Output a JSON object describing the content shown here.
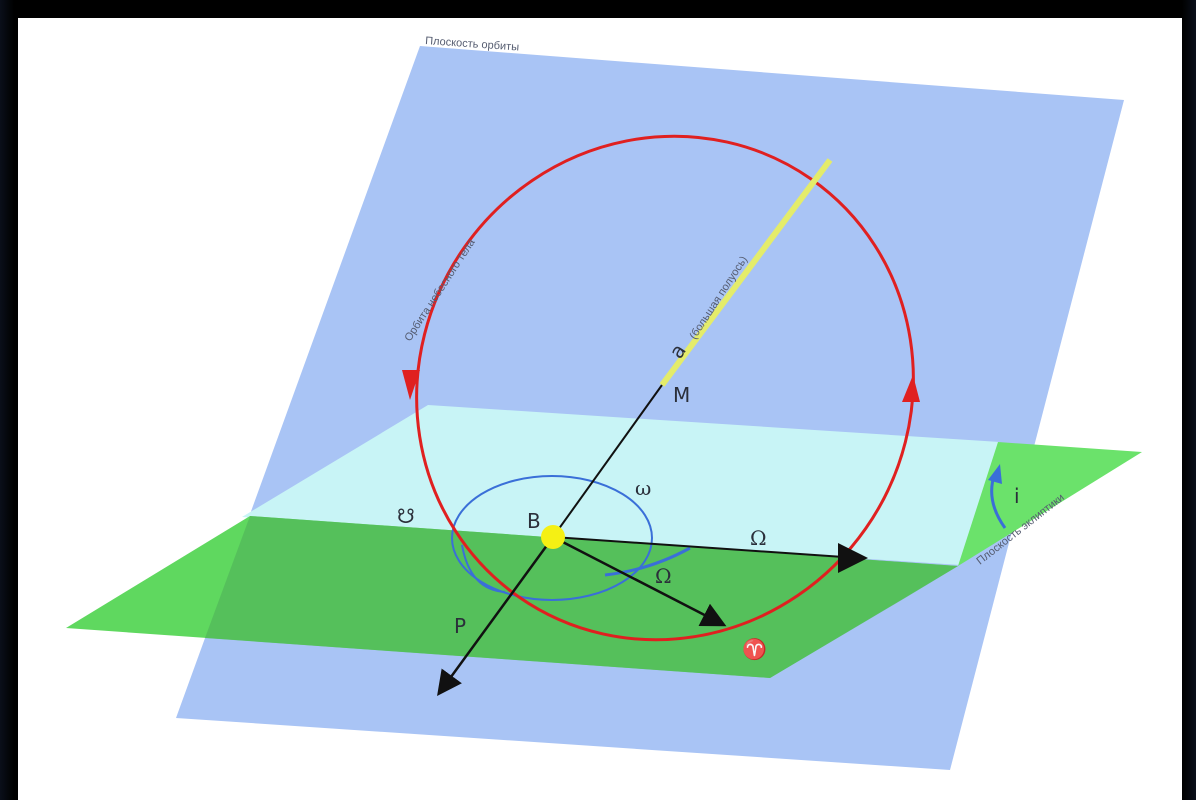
{
  "labels": {
    "orbit_plane": "Плоскость орбиты",
    "orbit_of_body": "Орбита небесного тела",
    "semi_major_axis_symbol": "a",
    "semi_major_axis_text": "(большая полуось)",
    "point_M": "M",
    "point_B": "B",
    "omega_small": "ω",
    "Omega_node": "Ω",
    "Omega_angle": "Ω",
    "descending_node": "☋",
    "point_P": "P",
    "vernal_equinox": "♈",
    "inclination": "i",
    "ecliptic_plane": "Плоскость эклиптики"
  },
  "colors": {
    "orbit_plane": "#a9c4f5",
    "ecliptic_plane": "#63e063",
    "ecliptic_under": "#56c556",
    "upper_ecliptic_tint": "#c8f4f6",
    "orbit": "#e02020",
    "semi_axis": "#e4ec6a",
    "angle_arc": "#3a6fd8",
    "sun": "#f5f014"
  }
}
